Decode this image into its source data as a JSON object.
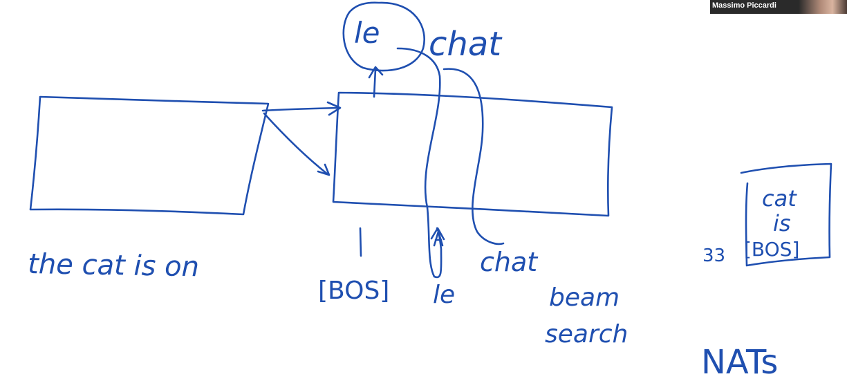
{
  "speaker": {
    "name": "Massimo Piccardi"
  },
  "ink_color": "#1f4fb0",
  "annotations": {
    "input_sentence": "the cat is on",
    "circled_word": "le",
    "top_word": "chat",
    "bos_token": "[BOS]",
    "generated_le": "le",
    "generated_chat": "chat",
    "beam": "beam",
    "search": "search",
    "example_number": "33",
    "stack_top": "cat",
    "stack_mid": "is",
    "stack_bottom": "[BOS]",
    "nats": "NATs"
  }
}
